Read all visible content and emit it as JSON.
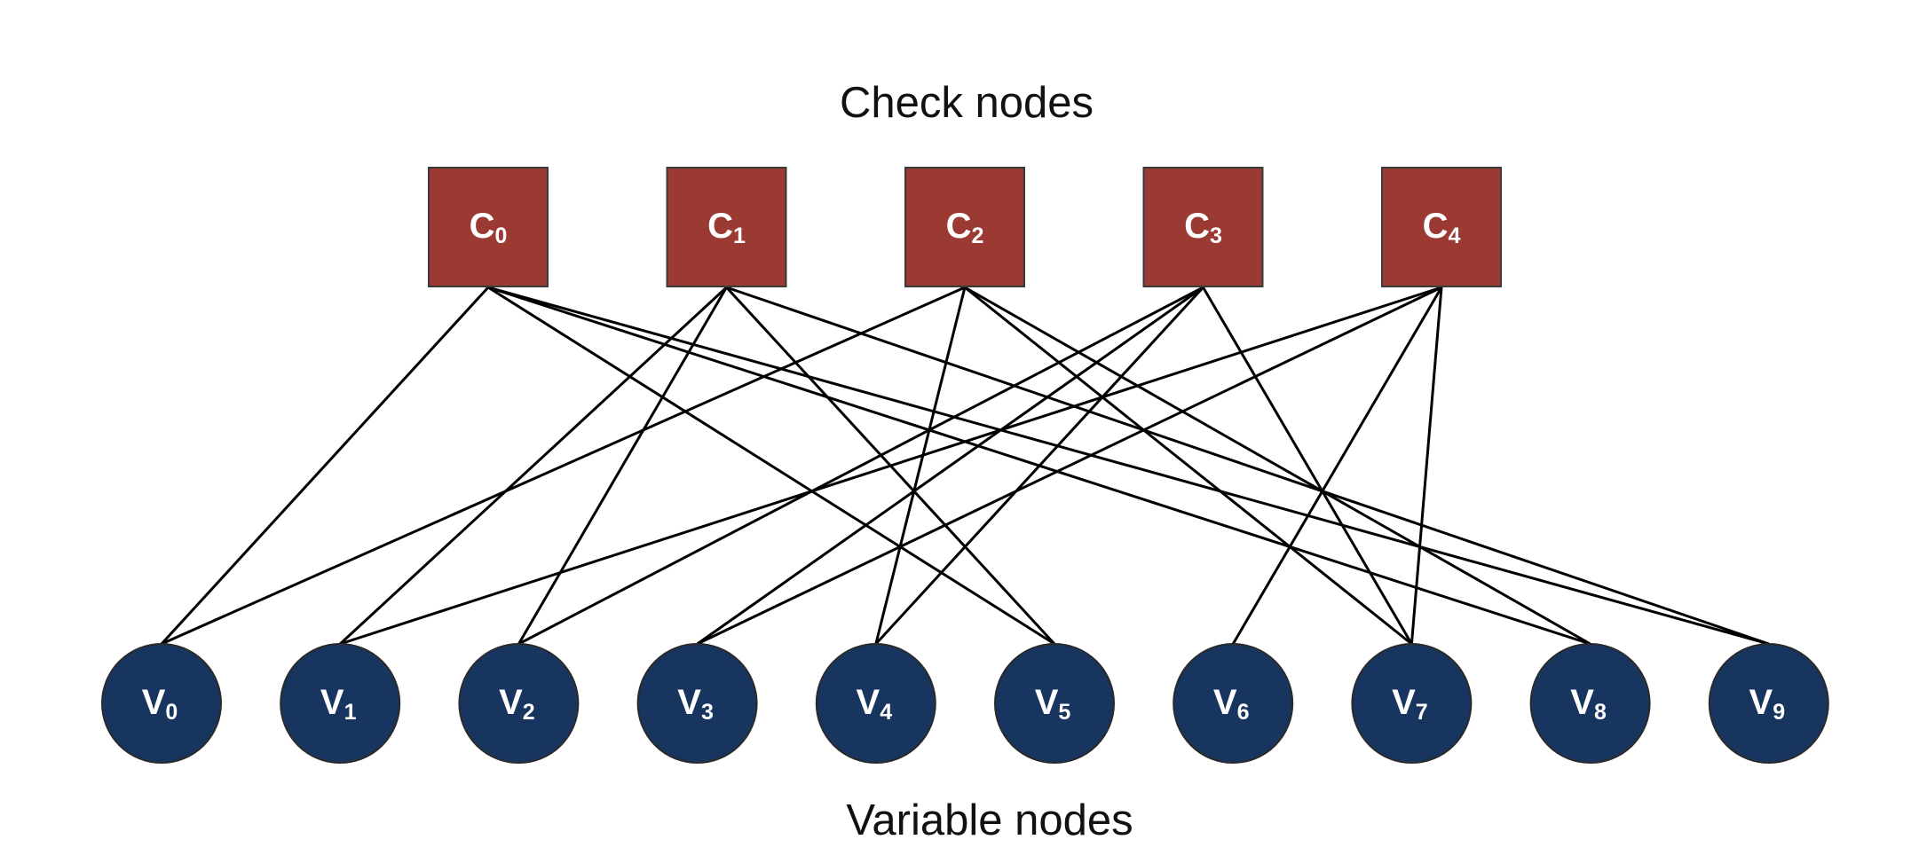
{
  "top_label": "Check nodes",
  "bottom_label": "Variable nodes",
  "colors": {
    "check_fill": "#9B3A33",
    "variable_fill": "#17355E",
    "edge": "#000000",
    "label_text": "#ffffff"
  },
  "check_nodes": [
    {
      "id": "c0",
      "letter": "C",
      "sub": "0"
    },
    {
      "id": "c1",
      "letter": "C",
      "sub": "1"
    },
    {
      "id": "c2",
      "letter": "C",
      "sub": "2"
    },
    {
      "id": "c3",
      "letter": "C",
      "sub": "3"
    },
    {
      "id": "c4",
      "letter": "C",
      "sub": "4"
    }
  ],
  "variable_nodes": [
    {
      "id": "v0",
      "letter": "V",
      "sub": "0"
    },
    {
      "id": "v1",
      "letter": "V",
      "sub": "1"
    },
    {
      "id": "v2",
      "letter": "V",
      "sub": "2"
    },
    {
      "id": "v3",
      "letter": "V",
      "sub": "3"
    },
    {
      "id": "v4",
      "letter": "V",
      "sub": "4"
    },
    {
      "id": "v5",
      "letter": "V",
      "sub": "5"
    },
    {
      "id": "v6",
      "letter": "V",
      "sub": "6"
    },
    {
      "id": "v7",
      "letter": "V",
      "sub": "7"
    },
    {
      "id": "v8",
      "letter": "V",
      "sub": "8"
    },
    {
      "id": "v9",
      "letter": "V",
      "sub": "9"
    }
  ],
  "edges": [
    [
      "c0",
      "v0"
    ],
    [
      "c0",
      "v5"
    ],
    [
      "c0",
      "v8"
    ],
    [
      "c0",
      "v9"
    ],
    [
      "c1",
      "v1"
    ],
    [
      "c1",
      "v2"
    ],
    [
      "c1",
      "v5"
    ],
    [
      "c1",
      "v9"
    ],
    [
      "c2",
      "v0"
    ],
    [
      "c2",
      "v4"
    ],
    [
      "c2",
      "v7"
    ],
    [
      "c2",
      "v8"
    ],
    [
      "c3",
      "v2"
    ],
    [
      "c3",
      "v3"
    ],
    [
      "c3",
      "v4"
    ],
    [
      "c3",
      "v7"
    ],
    [
      "c4",
      "v1"
    ],
    [
      "c4",
      "v3"
    ],
    [
      "c4",
      "v6"
    ],
    [
      "c4",
      "v7"
    ]
  ]
}
